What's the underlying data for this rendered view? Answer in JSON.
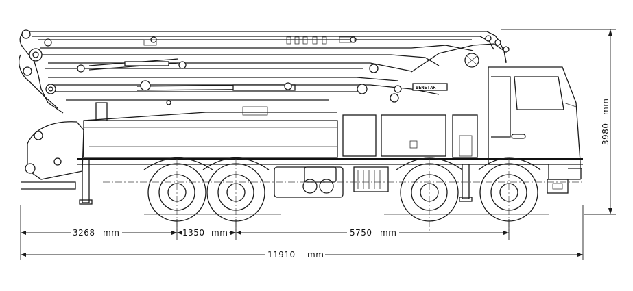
{
  "brand_label": "BENSTAR",
  "dimensions": {
    "front_overhang": "3268",
    "axle_spacing": "1350",
    "wheelbase": "5750",
    "overall_length": "11910",
    "overall_height": "3980",
    "unit": "mm"
  }
}
